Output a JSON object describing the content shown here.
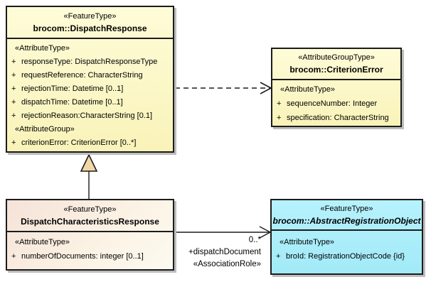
{
  "colors": {
    "class_yellow": "#fbf5c4",
    "class_pink": "#f6e2d8",
    "class_cyan": "#aceefb",
    "generalization_triangle_tan": "#f2d7a7",
    "line_black": "#1c1c1c",
    "shadow_gray": "#bdbdbd"
  },
  "boxes": {
    "dispatch_response": {
      "stereotype": "«FeatureType»",
      "name": "brocom::DispatchResponse",
      "sections": [
        {
          "heading": "«AttributeType»",
          "attributes": [
            {
              "vis": "+",
              "text": "responseType: DispatchResponseType"
            },
            {
              "vis": "+",
              "text": "requestReference: CharacterString"
            },
            {
              "vis": "+",
              "text": "rejectionTime: Datetime [0..1]"
            },
            {
              "vis": "+",
              "text": "dispatchTime: Datetime [0..1]"
            },
            {
              "vis": "+",
              "text": "rejectionReason:CharacterString [0.1]"
            }
          ]
        },
        {
          "heading": "«AttributeGroup»",
          "attributes": [
            {
              "vis": "+",
              "text": "criterionError: CriterionError [0..*]"
            }
          ]
        }
      ]
    },
    "criterion_error": {
      "stereotype": "«AttributeGroupType»",
      "name": "brocom::CriterionError",
      "sections": [
        {
          "heading": "«AttributeType»",
          "attributes": [
            {
              "vis": "+",
              "text": "sequenceNumber: Integer"
            },
            {
              "vis": "+",
              "text": "specification: CharacterString"
            }
          ]
        }
      ]
    },
    "dispatch_characteristics_response": {
      "stereotype": "«FeatureType»",
      "name": "DispatchCharacteristicsResponse",
      "sections": [
        {
          "heading": "«AttributeType»",
          "attributes": [
            {
              "vis": "+",
              "text": "numberOfDocuments: integer [0..1]"
            }
          ]
        }
      ]
    },
    "abstract_registration_object": {
      "stereotype": "«FeatureType»",
      "name": "brocom::AbstractRegistrationObject",
      "sections": [
        {
          "heading": "«AttributeType»",
          "attributes": [
            {
              "vis": "+",
              "text": "broId: RegistrationObjectCode {id}"
            }
          ]
        }
      ]
    }
  },
  "association": {
    "multiplicity": "0..*",
    "role": "+dispatchDocument",
    "stereotype": "«AssociationRole»"
  }
}
